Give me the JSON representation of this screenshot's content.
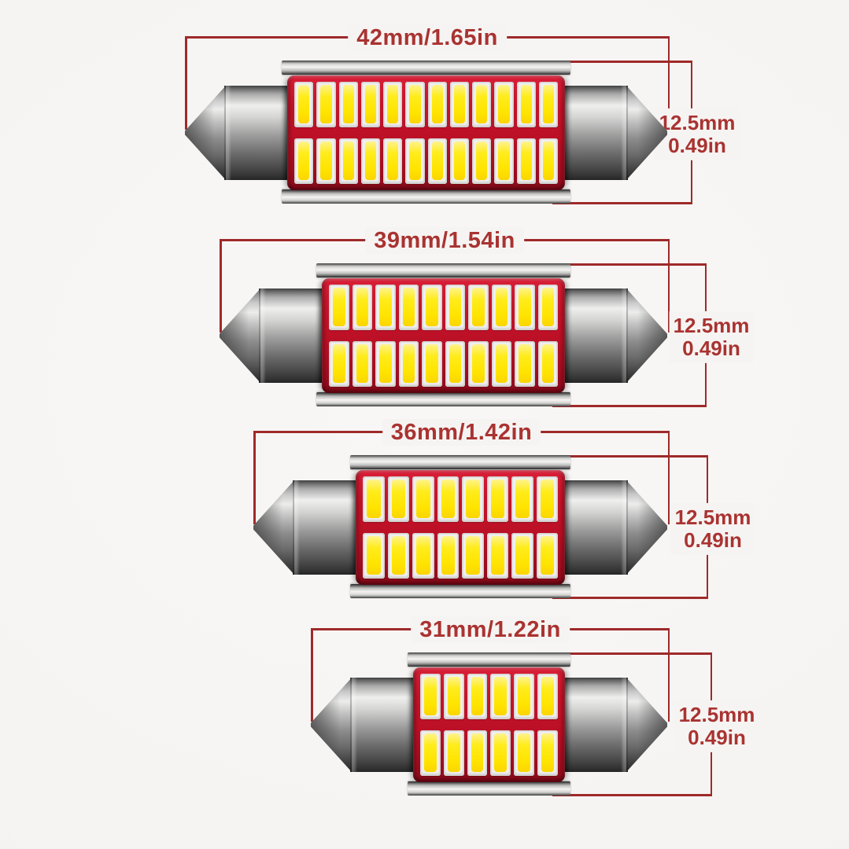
{
  "colors": {
    "background": "#f6f4f2",
    "dimension_line": "#9e2a2a",
    "dimension_text": "#a93331",
    "pcb_red": "#c61429",
    "led_yellow": "#ffe400",
    "chip_package_white": "#f0efed",
    "metal_silver": "#c9c9c9"
  },
  "bulbs": [
    {
      "length_label": "42mm/1.65in",
      "diameter_label": [
        "12.5mm",
        "0.49in"
      ],
      "length_mm": 42,
      "diameter_mm": 12.5,
      "led_columns": 12,
      "led_rows": 2
    },
    {
      "length_label": "39mm/1.54in",
      "diameter_label": [
        "12.5mm",
        "0.49in"
      ],
      "length_mm": 39,
      "diameter_mm": 12.5,
      "led_columns": 10,
      "led_rows": 2
    },
    {
      "length_label": "36mm/1.42in",
      "diameter_label": [
        "12.5mm",
        "0.49in"
      ],
      "length_mm": 36,
      "diameter_mm": 12.5,
      "led_columns": 8,
      "led_rows": 2
    },
    {
      "length_label": "31mm/1.22in",
      "diameter_label": [
        "12.5mm",
        "0.49in"
      ],
      "length_mm": 31,
      "diameter_mm": 12.5,
      "led_columns": 6,
      "led_rows": 2
    }
  ]
}
